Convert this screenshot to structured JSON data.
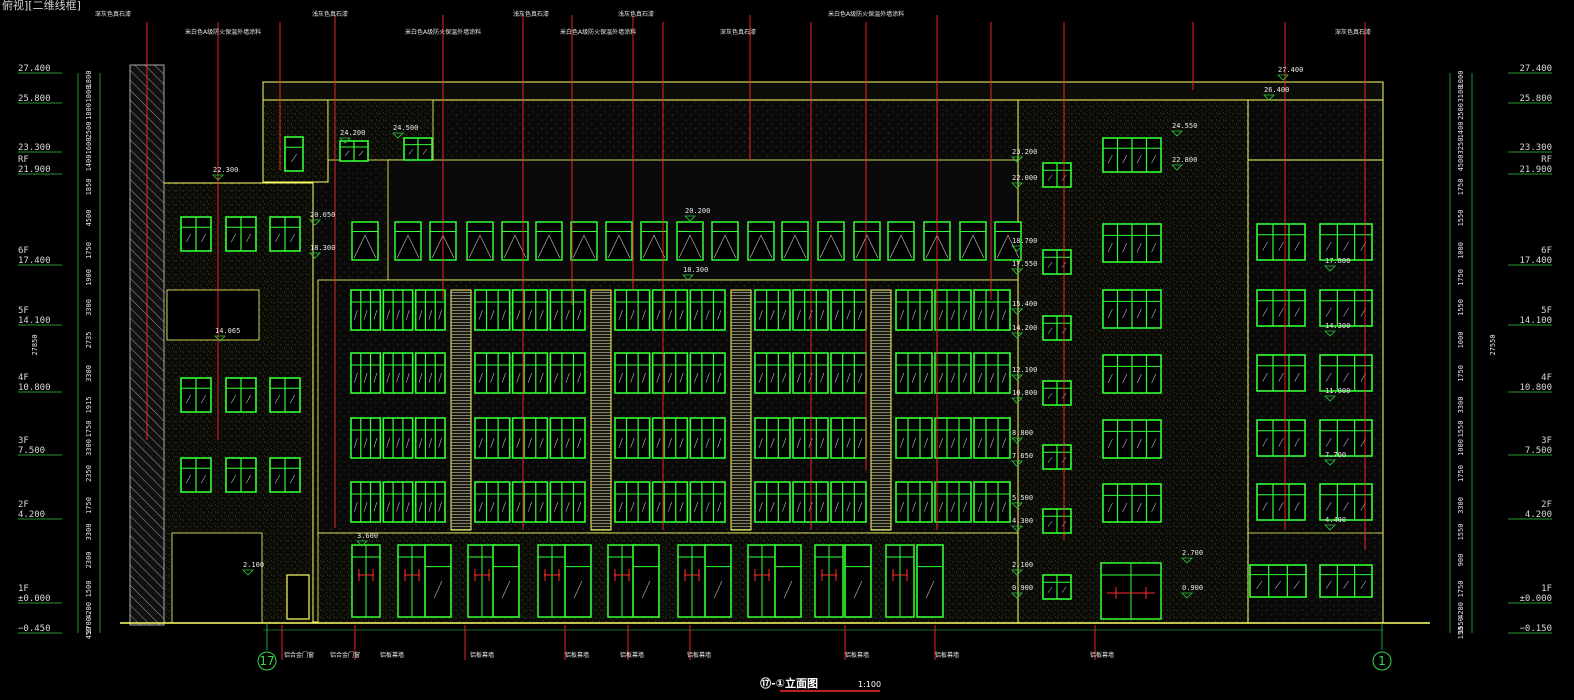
{
  "viewport_label": "俯视][二维线框]",
  "drawing_title": {
    "name": "⑰-①立面图",
    "scale": "1:100"
  },
  "axes": {
    "left": "17",
    "right": "1"
  },
  "overall_height": {
    "left": "27850",
    "right": "27550"
  },
  "levels_left": [
    {
      "name": "",
      "elev": "27.400"
    },
    {
      "name": "",
      "elev": "25.800"
    },
    {
      "name": "",
      "elev": "23.300"
    },
    {
      "name": "RF",
      "elev": "21.900"
    },
    {
      "name": "6F",
      "elev": "17.400"
    },
    {
      "name": "5F",
      "elev": "14.100"
    },
    {
      "name": "4F",
      "elev": "10.800"
    },
    {
      "name": "3F",
      "elev": "7.500"
    },
    {
      "name": "2F",
      "elev": "4.200"
    },
    {
      "name": "1F",
      "elev": "±0.000"
    },
    {
      "name": "",
      "elev": "−0.450"
    }
  ],
  "levels_right": [
    {
      "name": "",
      "elev": "27.400"
    },
    {
      "name": "",
      "elev": "25.800"
    },
    {
      "name": "",
      "elev": "23.300"
    },
    {
      "name": "RF",
      "elev": "21.900"
    },
    {
      "name": "6F",
      "elev": "17.400"
    },
    {
      "name": "5F",
      "elev": "14.100"
    },
    {
      "name": "4F",
      "elev": "10.800"
    },
    {
      "name": "3F",
      "elev": "7.500"
    },
    {
      "name": "2F",
      "elev": "4.200"
    },
    {
      "name": "1F",
      "elev": "±0.000"
    },
    {
      "name": "",
      "elev": "−0.150"
    }
  ],
  "dims_left": [
    "1800",
    "1000",
    "1800",
    "2500",
    "1600",
    "1400",
    "1850",
    "4500",
    "1750",
    "1900",
    "3300",
    "2735",
    "3300",
    "1915",
    "1750",
    "3300",
    "2350",
    "1750",
    "3300",
    "2300",
    "1500",
    "4200",
    "2700",
    "450"
  ],
  "dims_right": [
    "1000",
    "3100",
    "2500",
    "1400",
    "3250",
    "4500",
    "1750",
    "1550",
    "1000",
    "1750",
    "1550",
    "1000",
    "1750",
    "3300",
    "1550",
    "1000",
    "1750",
    "3300",
    "1550",
    "900",
    "1750",
    "4200",
    "1550",
    "150"
  ],
  "inner_elevations": [
    "22.300",
    "24.200",
    "24.500",
    "20.050",
    "18.300",
    "20.200",
    "18.300",
    "14.065",
    "3.600",
    "2.100",
    "23.200",
    "22.000",
    "18.700",
    "17.550",
    "15.400",
    "14.200",
    "12.100",
    "10.800",
    "8.800",
    "7.650",
    "5.500",
    "4.300",
    "2.100",
    "0.900",
    "2.700",
    "0.900",
    "24.550",
    "22.800",
    "27.400",
    "26.400",
    "17.800",
    "14.300",
    "11.000",
    "7.700",
    "4.400"
  ],
  "top_notes": [
    "深灰色真石漆",
    "米白色A级防火保温外墙涂料",
    "浅灰色真石漆",
    "米白色A级防火保温外墙涂料",
    "浅灰色真石漆",
    "米白色A级防火保温外墙涂料",
    "浅灰色真石漆",
    "深灰色真石漆",
    "米白色A级防火保温外墙涂料",
    "深灰色真石漆"
  ],
  "bottom_notes": [
    "铝合金门窗",
    "铝合金门窗",
    "铝板幕墙",
    "铝板幕墙",
    "铝板幕墙",
    "铝板幕墙",
    "铝板幕墙",
    "铝板幕墙",
    "铝板幕墙",
    "铝板幕墙"
  ],
  "colors": {
    "window": "#33ff33",
    "facade": "#ffff66",
    "leader": "#ff2a2a",
    "level": "#2ecc40",
    "background": "#000000"
  }
}
